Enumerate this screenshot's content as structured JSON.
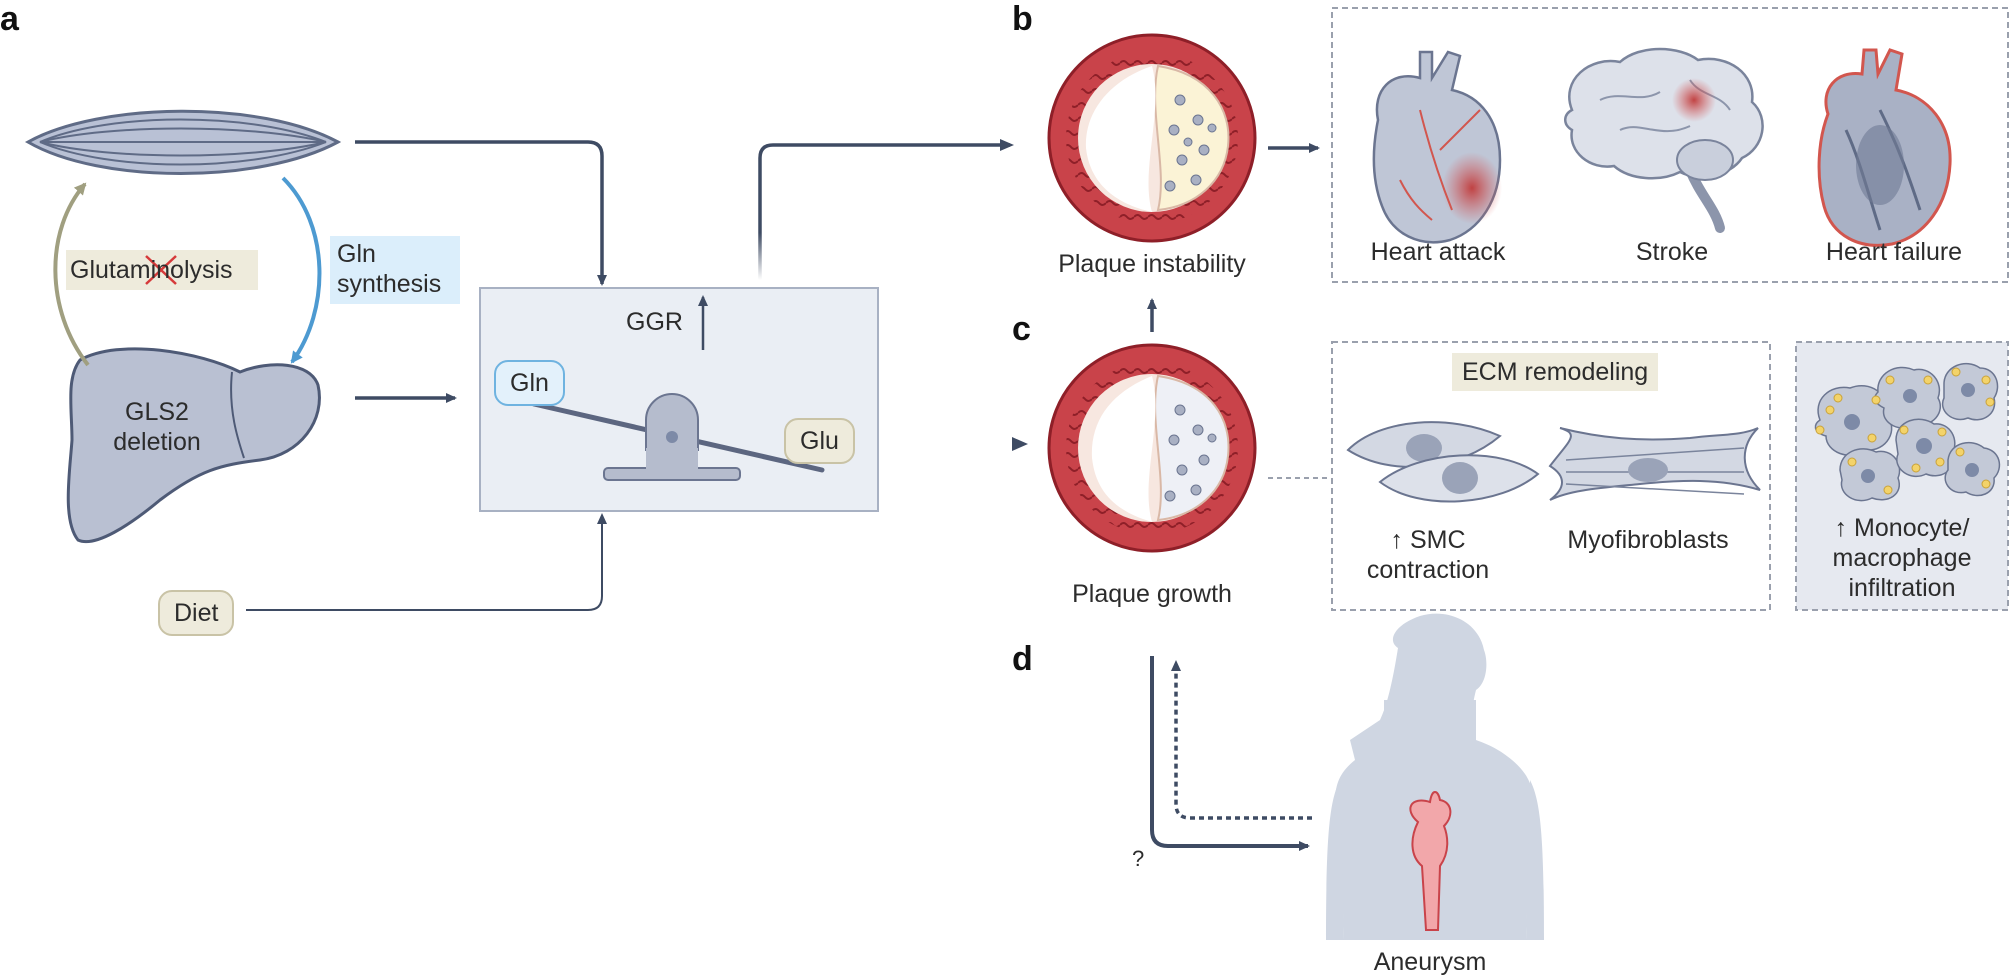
{
  "panels": {
    "a": "a",
    "b": "b",
    "c": "c",
    "d": "d"
  },
  "panel_a": {
    "glutaminolysis": "Glutaminolysis",
    "gln_synthesis_line1": "Gln",
    "gln_synthesis_line2": "synthesis",
    "gls2_line1": "GLS2",
    "gls2_line2": "deletion",
    "ggr": "GGR",
    "gln": "Gln",
    "glu": "Glu",
    "diet": "Diet"
  },
  "panel_b": {
    "plaque_instability": "Plaque instability",
    "outcomes": [
      "Heart attack",
      "Stroke",
      "Heart failure"
    ]
  },
  "panel_c": {
    "plaque_growth": "Plaque growth",
    "ecm_remodeling": "ECM remodeling",
    "smc_line1": "↑ SMC",
    "smc_line2": "contraction",
    "myofibroblasts": "Myofibroblasts",
    "mono_line1": "↑ Monocyte/",
    "mono_line2": "macrophage",
    "mono_line3": "infiltration"
  },
  "panel_d": {
    "question": "?",
    "aneurysm": "Aneurysm"
  },
  "colors": {
    "arrow": "#3e4b63",
    "artery_red": "#c9434a",
    "tissue_gray": "#b9c0d2",
    "tan_bg": "#eeebdc",
    "blue_bg": "#dbeefb",
    "box_bg": "#eaeef4"
  }
}
